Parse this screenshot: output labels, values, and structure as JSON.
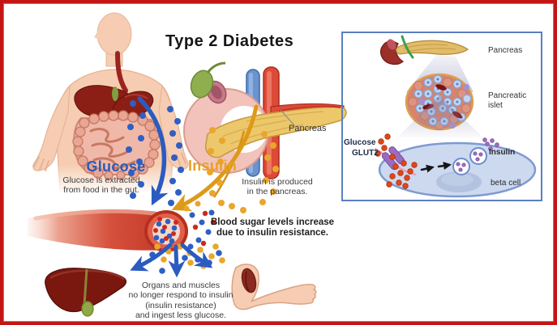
{
  "title": "Type 2 Diabetes",
  "main": {
    "glucose_label": "Glucose",
    "glucose_desc": "Glucose is extracted\nfrom food in the gut.",
    "insulin_label": "Insulin",
    "insulin_desc": "Insulin is produced\nin the pancreas.",
    "pancreas_label": "Pancreas",
    "blood_sugar_text": "Blood sugar levels increase\ndue to insulin resistance.",
    "organs_text": "Organs and muscles\nno longer respond to insulin\n(insulin resistance)\nand ingest less glucose."
  },
  "inset": {
    "pancreas_label": "Pancreas",
    "islet_label": "Pancreatic\nislet",
    "glucose_label": "Glucose",
    "glut2_label": "GLUT2",
    "insulin_label": "Insulin",
    "beta_cell_label": "beta cell"
  },
  "icons": [
    "human-body-icon",
    "digestive-organs-icon",
    "pancreas-duodenum-icon",
    "glucose-dots-icon",
    "insulin-dots-icon",
    "blood-vessel-icon",
    "liver-icon",
    "arm-muscle-icon",
    "pancreatic-islet-icon",
    "beta-cell-icon",
    "glut2-transporter-icon",
    "insulin-vesicle-icon"
  ],
  "colors": {
    "border_red": "#c41515",
    "glucose_blue": "#2a5cb8",
    "insulin_orange": "#e9a11f",
    "inset_border": "#5b7fc0",
    "vessel_red": "#c23a28",
    "organ_dark_red": "#7a1810",
    "skin": "#f6cdb2",
    "pancreas_yellow": "#ecc86a",
    "beta_cell_fill": "#cdd9ef",
    "insulin_particle_purple": "#a06cc0",
    "glucose_dot_red": "#e04818"
  }
}
